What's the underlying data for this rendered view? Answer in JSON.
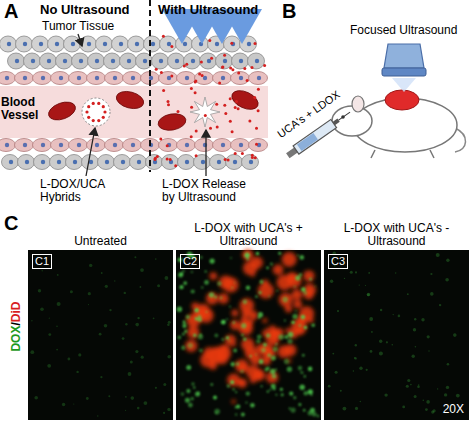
{
  "diagram": {
    "nodes": [
      {
        "text": [
          "Untreated",
          "C1"
        ]
      },
      {
        "text": [
          "L-DOX with UCA's + Ultrasound",
          "C2"
        ]
      },
      {
        "text": [
          "L-DOX with UCA's - Ultrasound",
          "C3",
          "20X"
        ]
      }
    ],
    "labels": [
      "A",
      "No Ultrasound",
      "With Ultrasound",
      "Tumor Tissue",
      "Blood Vessel",
      "L-DOX/UCA Hybrids",
      "L-DOX Release by Ultrasound",
      "B",
      "Focused Ultrasound",
      "UCA's + LDOX",
      "C",
      "DOX",
      "/",
      "DiD"
    ]
  }
}
